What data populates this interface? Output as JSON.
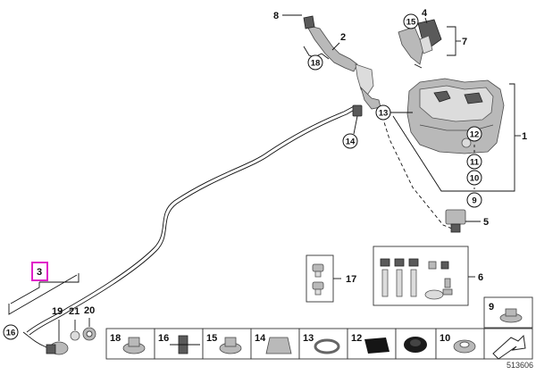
{
  "callouts": {
    "c1": "1",
    "c2": "2",
    "c3": "3",
    "c4": "4",
    "c5": "5",
    "c6": "6",
    "c7": "7",
    "c8": "8",
    "c9": "9",
    "c10": "10",
    "c11": "11",
    "c12": "12",
    "c13": "13",
    "c14": "14",
    "c15": "15",
    "c16": "16",
    "c17": "17",
    "c18": "18",
    "c19": "19",
    "c20": "20",
    "c21": "21"
  },
  "strip": {
    "labels": [
      "18",
      "16",
      "15",
      "14",
      "13",
      "12",
      "10"
    ],
    "box9": "9"
  },
  "highlighted_callout": "3",
  "reference_number": "513606",
  "colors": {
    "highlight": "#e020c8",
    "part_gray": "#b9b9b9",
    "line": "#111111"
  }
}
